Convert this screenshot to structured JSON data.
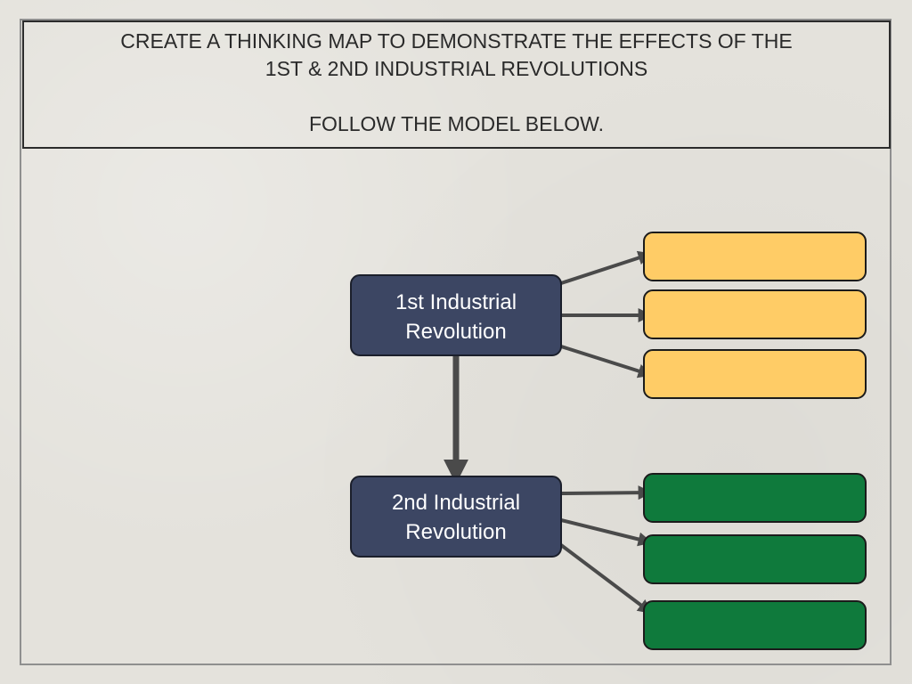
{
  "title": {
    "line1": "CREATE A THINKING MAP TO DEMONSTRATE THE EFFECTS OF THE",
    "line2": "1ST & 2ND INDUSTRIAL REVOLUTIONS",
    "instruction": "FOLLOW THE MODEL BELOW."
  },
  "diagram": {
    "nodes": [
      {
        "id": "first",
        "line1": "1st Industrial",
        "line2": "Revolution"
      },
      {
        "id": "second",
        "line1": "2nd Industrial",
        "line2": "Revolution"
      }
    ],
    "effect_groups": [
      {
        "source": "first",
        "count": 3,
        "color": "#ffcc66"
      },
      {
        "source": "second",
        "count": 3,
        "color": "#0f7a3c"
      }
    ],
    "colors": {
      "node_fill": "#3c4663",
      "node_border": "#1b1f2b",
      "arrow": "#4a4a4a",
      "effect_border": "#1b1b1b"
    }
  }
}
